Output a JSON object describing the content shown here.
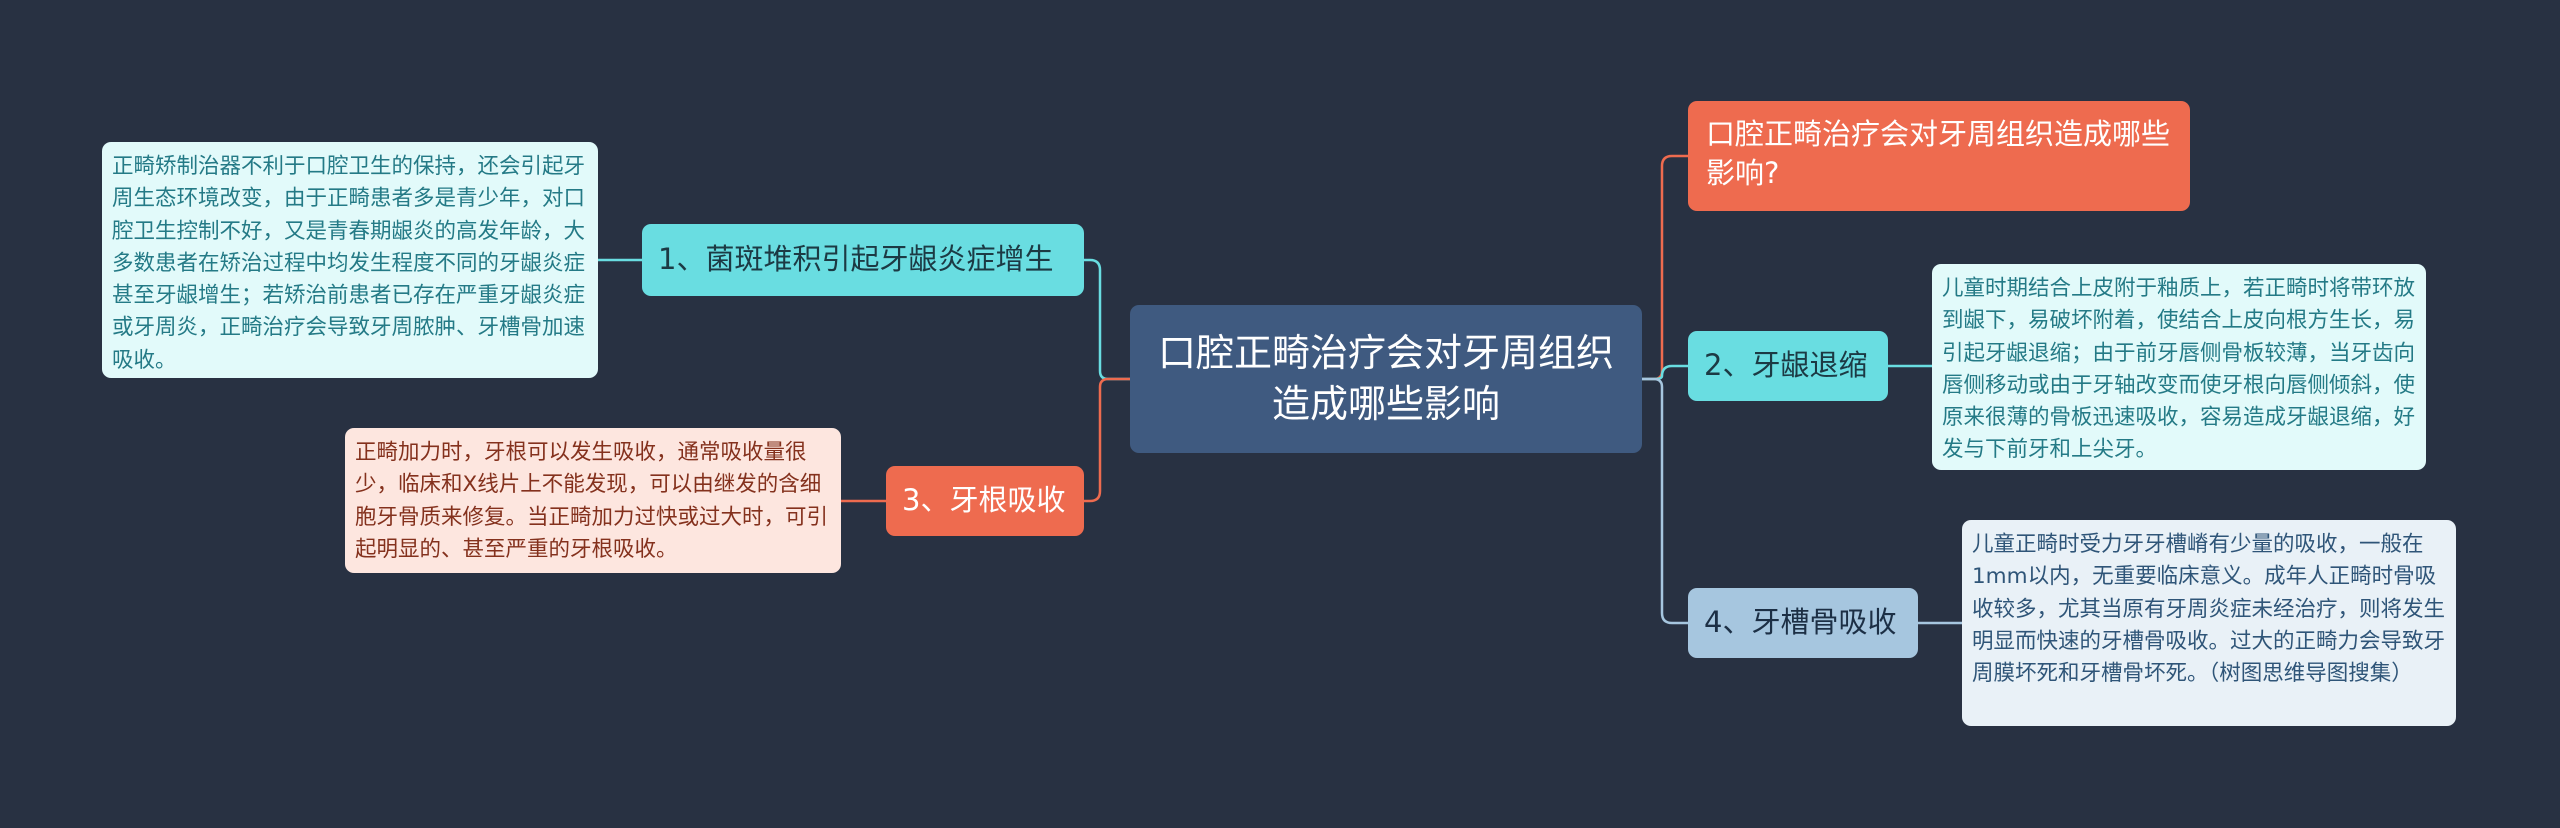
{
  "colors": {
    "background": "#283142",
    "center": "#3f5a80",
    "accent_red": "#ee6b4f",
    "accent_cyan": "#69dde1",
    "accent_blue": "#a6c6df"
  },
  "center": {
    "text": "口腔正畸治疗会对牙周组织造成哪些影响"
  },
  "title_node": {
    "text": "口腔正畸治疗会对牙周组织造成哪些影响?"
  },
  "branches": [
    {
      "label": "1、菌斑堆积引起牙龈炎症增生",
      "detail": "正畸矫制治器不利于口腔卫生的保持，还会引起牙周生态环境改变，由于正畸患者多是青少年，对口腔卫生控制不好，又是青春期龈炎的高发年龄，大多数患者在矫治过程中均发生程度不同的牙龈炎症甚至牙龈增生；若矫治前患者已存在严重牙龈炎症或牙周炎，正畸治疗会导致牙周脓肿、牙槽骨加速吸收。"
    },
    {
      "label": "2、牙龈退缩",
      "detail": "儿童时期结合上皮附于釉质上，若正畸时将带环放到龈下，易破坏附着，使结合上皮向根方生长，易引起牙龈退缩；由于前牙唇侧骨板较薄，当牙齿向唇侧移动或由于牙轴改变而使牙根向唇侧倾斜，使原来很薄的骨板迅速吸收，容易造成牙龈退缩，好发与下前牙和上尖牙。"
    },
    {
      "label": "3、牙根吸收",
      "detail": "正畸加力时，牙根可以发生吸收，通常吸收量很少，临床和X线片上不能发现，可以由继发的含细胞牙骨质来修复。当正畸加力过快或过大时，可引起明显的、甚至严重的牙根吸收。"
    },
    {
      "label": "4、牙槽骨吸收",
      "detail": "儿童正畸时受力牙牙槽嵴有少量的吸收，一般在1mm以内，无重要临床意义。成年人正畸时骨吸收较多，尤其当原有牙周炎症未经治疗，则将发生明显而快速的牙槽骨吸收。过大的正畸力会导致牙周膜坏死和牙槽骨坏死。（树图思维导图搜集）"
    }
  ]
}
